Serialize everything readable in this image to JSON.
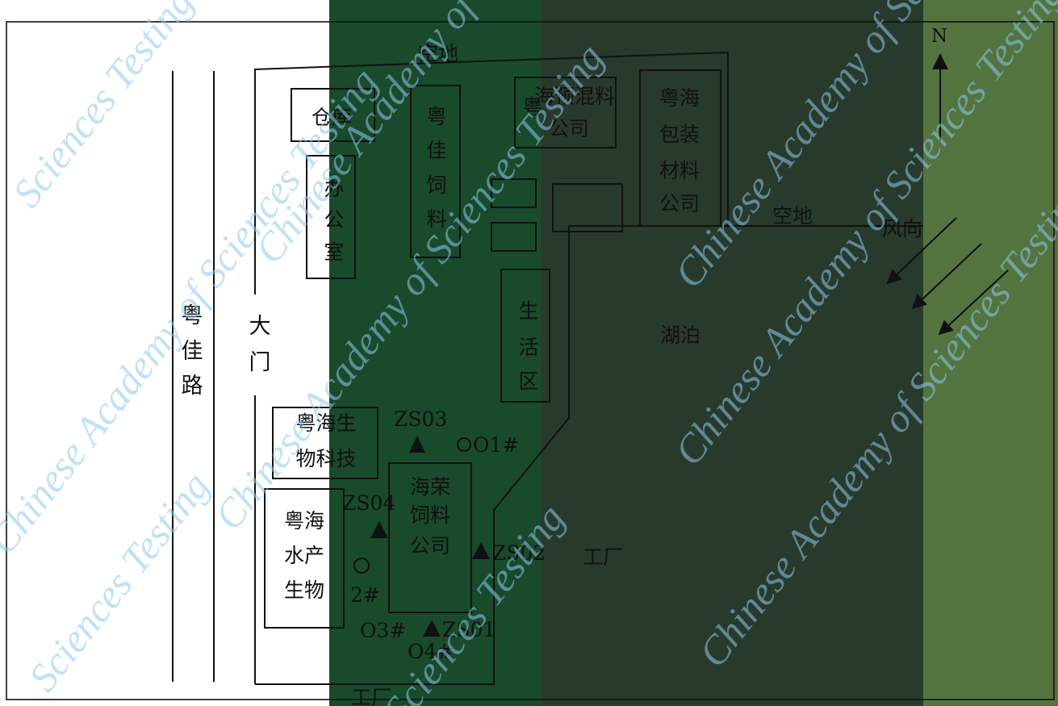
{
  "colors": {
    "paper": "#ffffff",
    "panel_dark_green": "#194a2c",
    "panel_darker_green": "#283a2b",
    "panel_olive_green": "#54743f",
    "ink": "#111111",
    "watermark": "#8ec9ee"
  },
  "watermark": {
    "text_a": "Chinese Academy of Sciences Testing",
    "text_b": "Sciences Testing"
  },
  "map": {
    "road_label": "粤佳路",
    "gate_label": "大门",
    "north_label": "N",
    "wind_label": "风向",
    "north_open_space": "空地",
    "east_open_space": "空地",
    "lake": "湖泊",
    "factory_south": "工厂",
    "factory_east": "工厂",
    "buildings": {
      "warehouse": "仓库",
      "office": "办公室",
      "yuejia_feed": "粤佳饲料",
      "yuehai_premix_cut": "粤",
      "yuehai_premix": "海预混料公司",
      "yuehai_packaging": "粤海包装材料公司",
      "living_area": "生活区",
      "yuehai_biotech": "粤海生物科技",
      "yuehai_aquatic": "粤海水产生物",
      "hairong_feed": "海荣饲料公司"
    },
    "monitoring_points": {
      "noise": [
        "ZS01",
        "ZS02",
        "ZS03",
        "ZS04"
      ],
      "air": [
        "O1#",
        "2#",
        "O3#",
        "O4#"
      ]
    }
  }
}
